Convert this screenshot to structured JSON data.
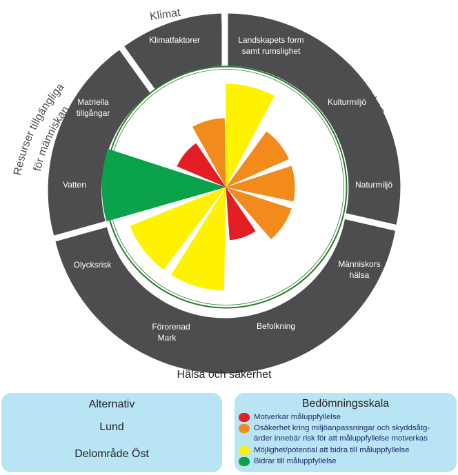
{
  "rings": {
    "klimat": "Klimat",
    "landskap": "Landskap",
    "resurser_line1": "Resurser tillgängliga",
    "resurser_line2": "för människan",
    "halsa": "Hälsa och säkerhet"
  },
  "segments": {
    "klimatfaktorer": "Klimatfaktorer",
    "landskapets_form_1": "Landskapets form",
    "landskapets_form_2": "samt rumslighet",
    "kulturmiljo": "Kulturmiljö",
    "naturmiljo": "Naturmiljö",
    "manniskors_1": "Människors",
    "manniskors_2": "hälsa",
    "befolkning": "Befolkning",
    "fororenad_1": "Förorenad",
    "fororenad_2": "Mark",
    "olycksrisk": "Olycksrisk",
    "vatten": "Vatten",
    "matriella_1": "Matriella",
    "matriella_2": "tillgångar"
  },
  "colors": {
    "red": "#e31e24",
    "orange": "#f28a1c",
    "yellow": "#fff200",
    "green": "#0aa14b",
    "ring": "#4d4d4f"
  },
  "assessment": [
    {
      "key": "landskapets_form",
      "rating": "yellow"
    },
    {
      "key": "kulturmiljo",
      "rating": "orange"
    },
    {
      "key": "naturmiljo",
      "rating": "orange"
    },
    {
      "key": "manniskors_halsa",
      "rating": "orange"
    },
    {
      "key": "befolkning",
      "rating": "red"
    },
    {
      "key": "fororenad_mark",
      "rating": "yellow"
    },
    {
      "key": "olycksrisk",
      "rating": "yellow"
    },
    {
      "key": "vatten",
      "rating": "green"
    },
    {
      "key": "matriella_tillgangar",
      "rating": "red"
    },
    {
      "key": "klimatfaktorer",
      "rating": "orange"
    }
  ],
  "alternative": {
    "label": "Alternativ",
    "name": "Lund",
    "area": "Delområde Öst"
  },
  "legend": {
    "title": "Bedömningsskala",
    "items": [
      {
        "color": "red",
        "text": "Motverkar måluppfyllelse"
      },
      {
        "color": "orange",
        "text": "Osäkerhet kring miljöanpassningar och skyddsåtg-",
        "text2": "ärder innebär risk för att måluppfyllelse motverkas"
      },
      {
        "color": "yellow",
        "text": "Möjlighet/potential att bidra till måluppfyllelse"
      },
      {
        "color": "green",
        "text": "Bidrar till måluppfyllelse"
      }
    ]
  }
}
